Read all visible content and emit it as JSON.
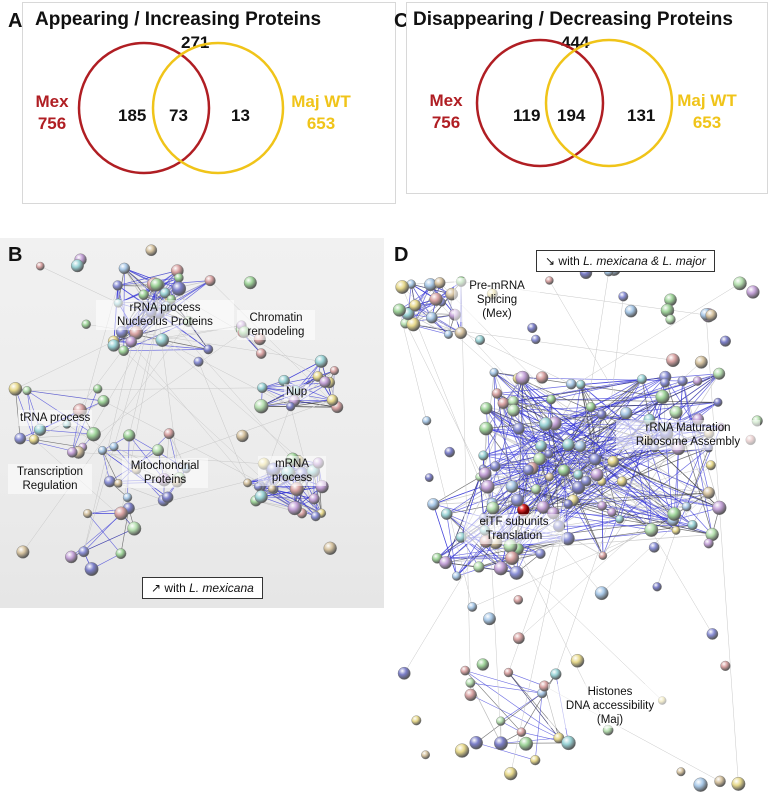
{
  "panels": {
    "A": {
      "letter": "A",
      "title": "Appearing / Increasing Proteins",
      "union_count": "271",
      "left_set": {
        "name": "Mex",
        "total": "756",
        "exclusive": "185"
      },
      "right_set": {
        "name": "Maj WT",
        "total": "653",
        "exclusive": "13"
      },
      "overlap": "73"
    },
    "C": {
      "letter": "C",
      "title": "Disappearing / Decreasing Proteins",
      "union_count": "444",
      "left_set": {
        "name": "Mex",
        "total": "756",
        "exclusive": "119"
      },
      "right_set": {
        "name": "Maj WT",
        "total": "653",
        "exclusive": "131"
      },
      "overlap": "194"
    },
    "B": {
      "letter": "B",
      "clusters": {
        "rrna": [
          "rRNA process",
          "Nucleolus Proteins"
        ],
        "chromatin": [
          "Chromatin",
          "remodeling"
        ],
        "nup": "Nup",
        "trna": "tRNA process",
        "transcription": [
          "Transcription",
          "Regulation"
        ],
        "mito": [
          "Mitochondrial",
          "Proteins"
        ],
        "mrna": [
          "mRNA",
          "process"
        ]
      },
      "legend": {
        "arrow": "↗",
        "prefix": "with",
        "species": "L. mexicana"
      }
    },
    "D": {
      "letter": "D",
      "clusters": {
        "splicing": [
          "Pre-mRNA",
          "Splicing",
          "(Mex)"
        ],
        "rrna": [
          "rRNA Maturation",
          "Ribosome Assembly"
        ],
        "eitf": [
          "eiTF subunits",
          "Translation"
        ],
        "histones": [
          "Histones",
          "DNA accessibility",
          "(Maj)"
        ]
      },
      "legend": {
        "arrow": "↘",
        "prefix": "with",
        "species": "L. mexicana & L. major"
      }
    }
  },
  "colors": {
    "mex": "#b01e23",
    "maj": "#f0c419",
    "edge_blue": "#3b3bd8",
    "edge_grey": "#b9b9b9"
  }
}
